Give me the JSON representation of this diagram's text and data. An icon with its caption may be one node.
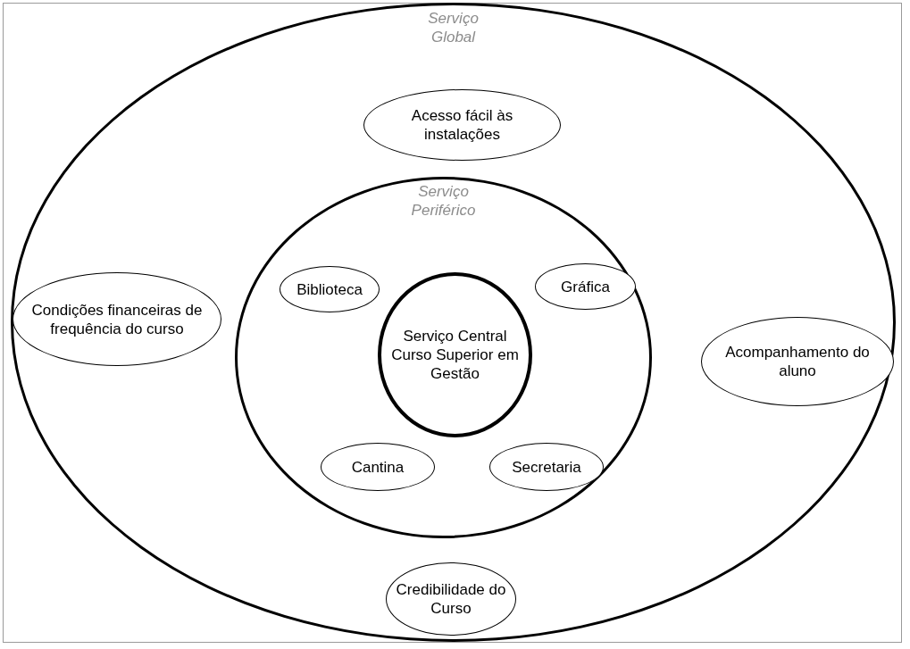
{
  "diagram": {
    "nodes": [
      {
        "text": [
          "Serviço Global"
        ]
      },
      {
        "text": [
          "Acesso fácil às instalações"
        ],
        "in": 0
      },
      {
        "text": [
          "Condições financeiras de frequência do curso"
        ],
        "in": 0
      },
      {
        "text": [
          "Serviço Periférico"
        ],
        "in": 0
      },
      {
        "text": [
          "Biblioteca"
        ],
        "in": 3
      },
      {
        "text": [
          "Gráfica"
        ],
        "in": 3
      },
      {
        "text": [
          "Serviço Central",
          "Curso Superior em Gestão"
        ],
        "in": 3
      },
      {
        "text": [
          "Cantina"
        ],
        "in": 3
      },
      {
        "text": [
          "Secretaria"
        ],
        "in": 3
      },
      {
        "text": [
          "Acompanhamento do aluno"
        ],
        "in": 0
      },
      {
        "text": [
          "Credibilidade do Curso"
        ],
        "in": 0
      }
    ],
    "edges": []
  }
}
